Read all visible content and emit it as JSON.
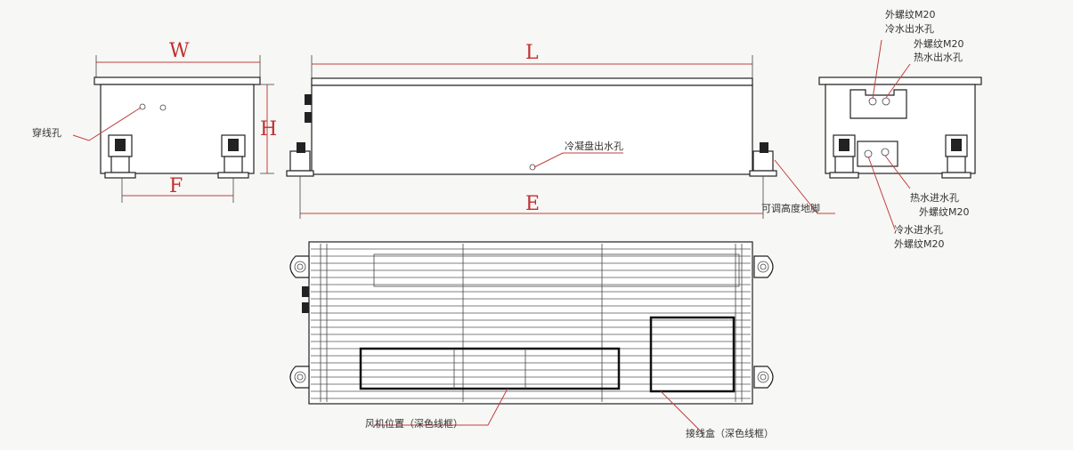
{
  "dimensions": {
    "w": "W",
    "l": "L",
    "h": "H",
    "f": "F",
    "e": "E"
  },
  "labels": {
    "wire_hole": "穿线孔",
    "drain_hole": "冷凝盘出水孔",
    "adjustable_foot": "可调高度地脚",
    "cold_out_thread": "外螺纹M20",
    "cold_out": "冷水出水孔",
    "hot_out_thread": "外螺纹M20",
    "hot_out": "热水出水孔",
    "hot_in": "热水进水孔",
    "hot_in_thread": "外螺纹M20",
    "cold_in": "冷水进水孔",
    "cold_in_thread": "外螺纹M20",
    "fan_position": "风机位置（深色线框）",
    "junction_box": "接线盒（深色线框）"
  },
  "colors": {
    "dimension": "#c03030",
    "line": "#222222",
    "leader": "#c04040"
  }
}
